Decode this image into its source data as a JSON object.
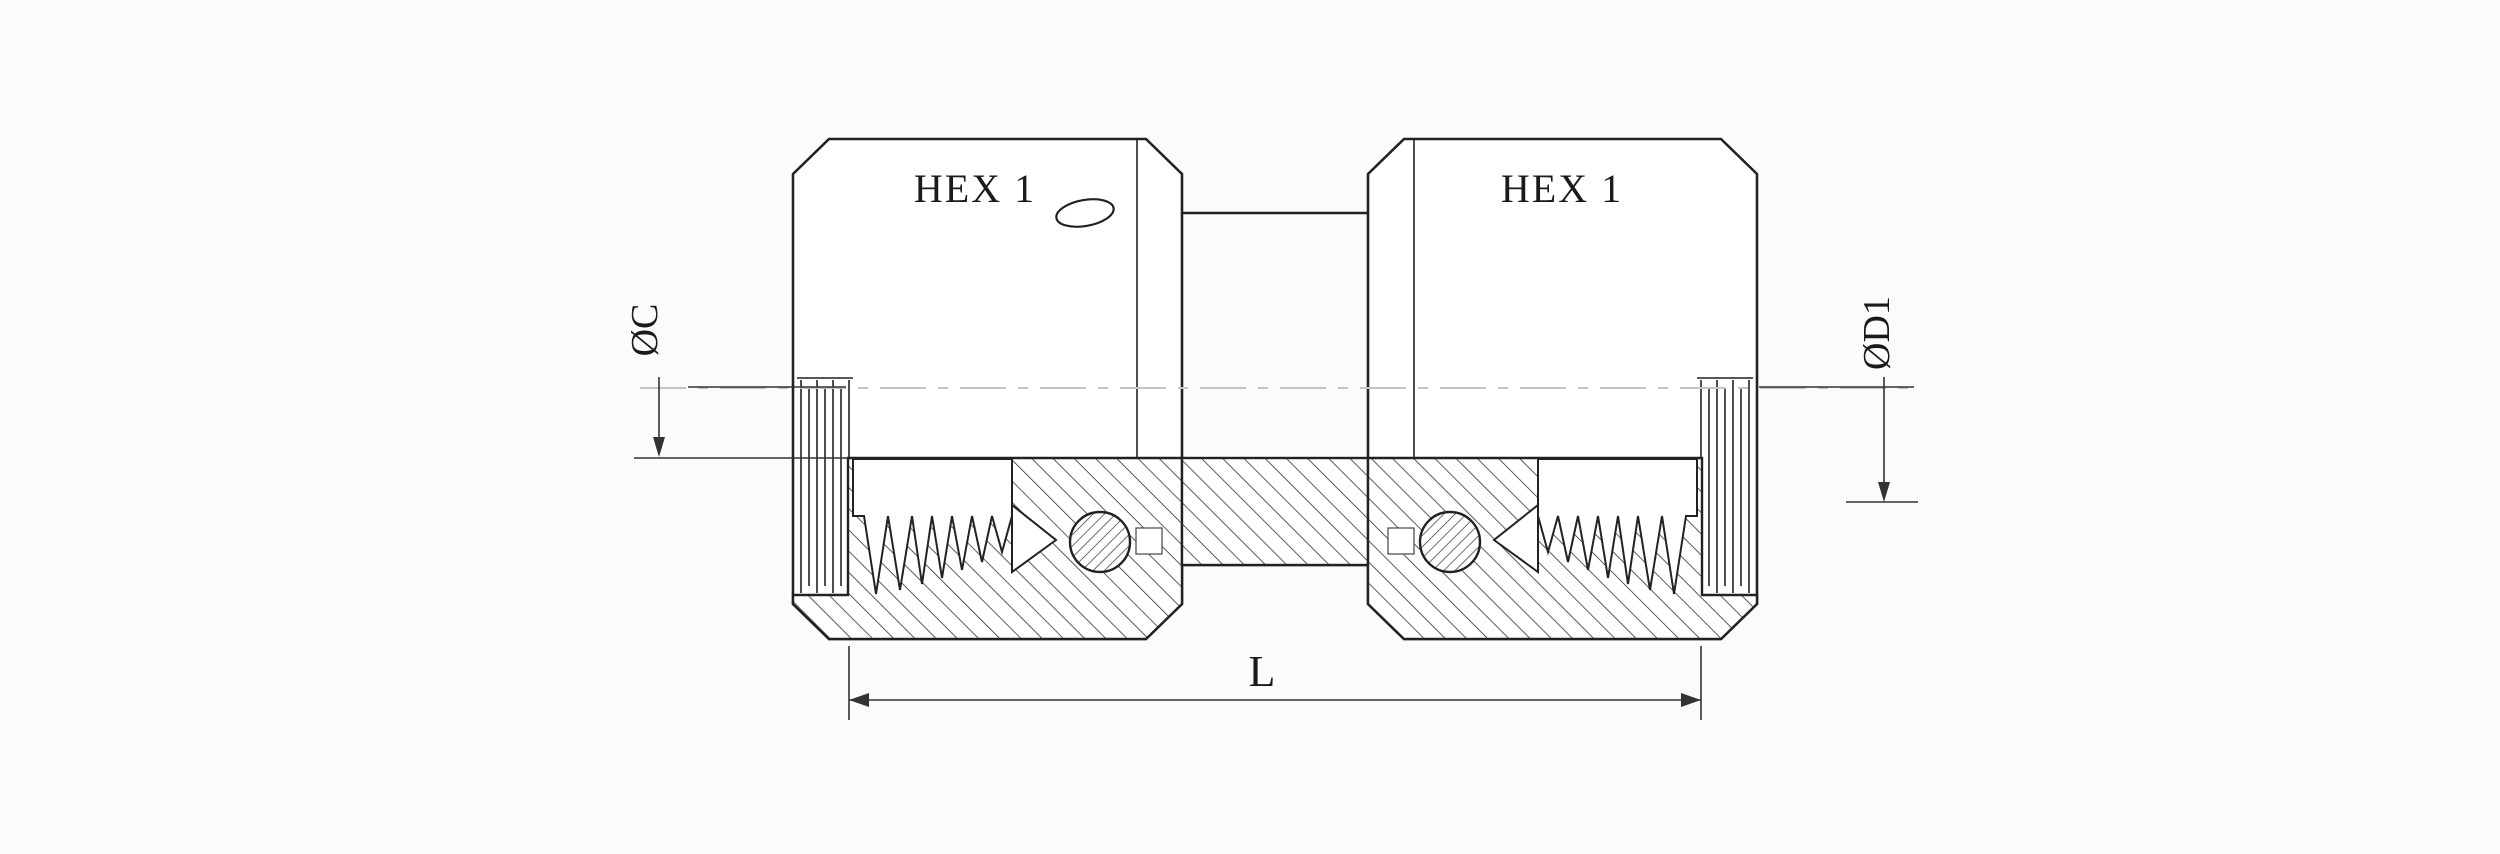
{
  "labels": {
    "hex_left": "HEX 1",
    "hex_right": "HEX 1",
    "dim_c": "ØC",
    "dim_d1": "ØD1",
    "dim_l": "L"
  },
  "colors": {
    "background": "#fbfbfb",
    "outline": "#222222",
    "hatch": "#333333",
    "centerline": "#c4c4c4",
    "dimension": "#333333"
  }
}
